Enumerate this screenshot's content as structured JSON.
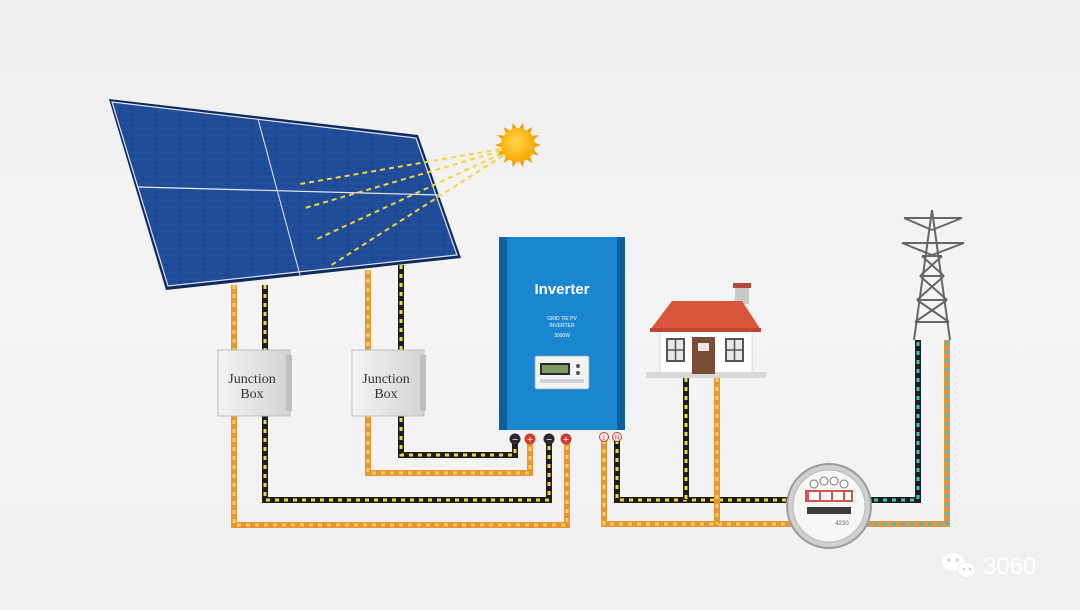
{
  "junction_boxes": [
    {
      "line1": "Junction",
      "line2": "Box"
    },
    {
      "line1": "Junction",
      "line2": "Box"
    }
  ],
  "inverter": {
    "title": "Inverter",
    "subtitle1": "GRID TIE PV",
    "subtitle2": "INVERTER",
    "subtitle3": "3000W",
    "body_color": "#1b86d0"
  },
  "meter": {
    "reading": "4230"
  },
  "terminals": {
    "neg": "−",
    "pos": "+",
    "L": "L",
    "N": "N"
  },
  "watermark": {
    "text": "3060",
    "icon": "wechat-icon"
  },
  "colors": {
    "panel": "#1a3f86",
    "sun": "#ffb400",
    "wire_orange": "#e8943a",
    "wire_black": "#1d1d1d",
    "wire_yellow": "#f3d43a",
    "wire_teal": "#3cc4c8",
    "roof": "#d9553b"
  }
}
